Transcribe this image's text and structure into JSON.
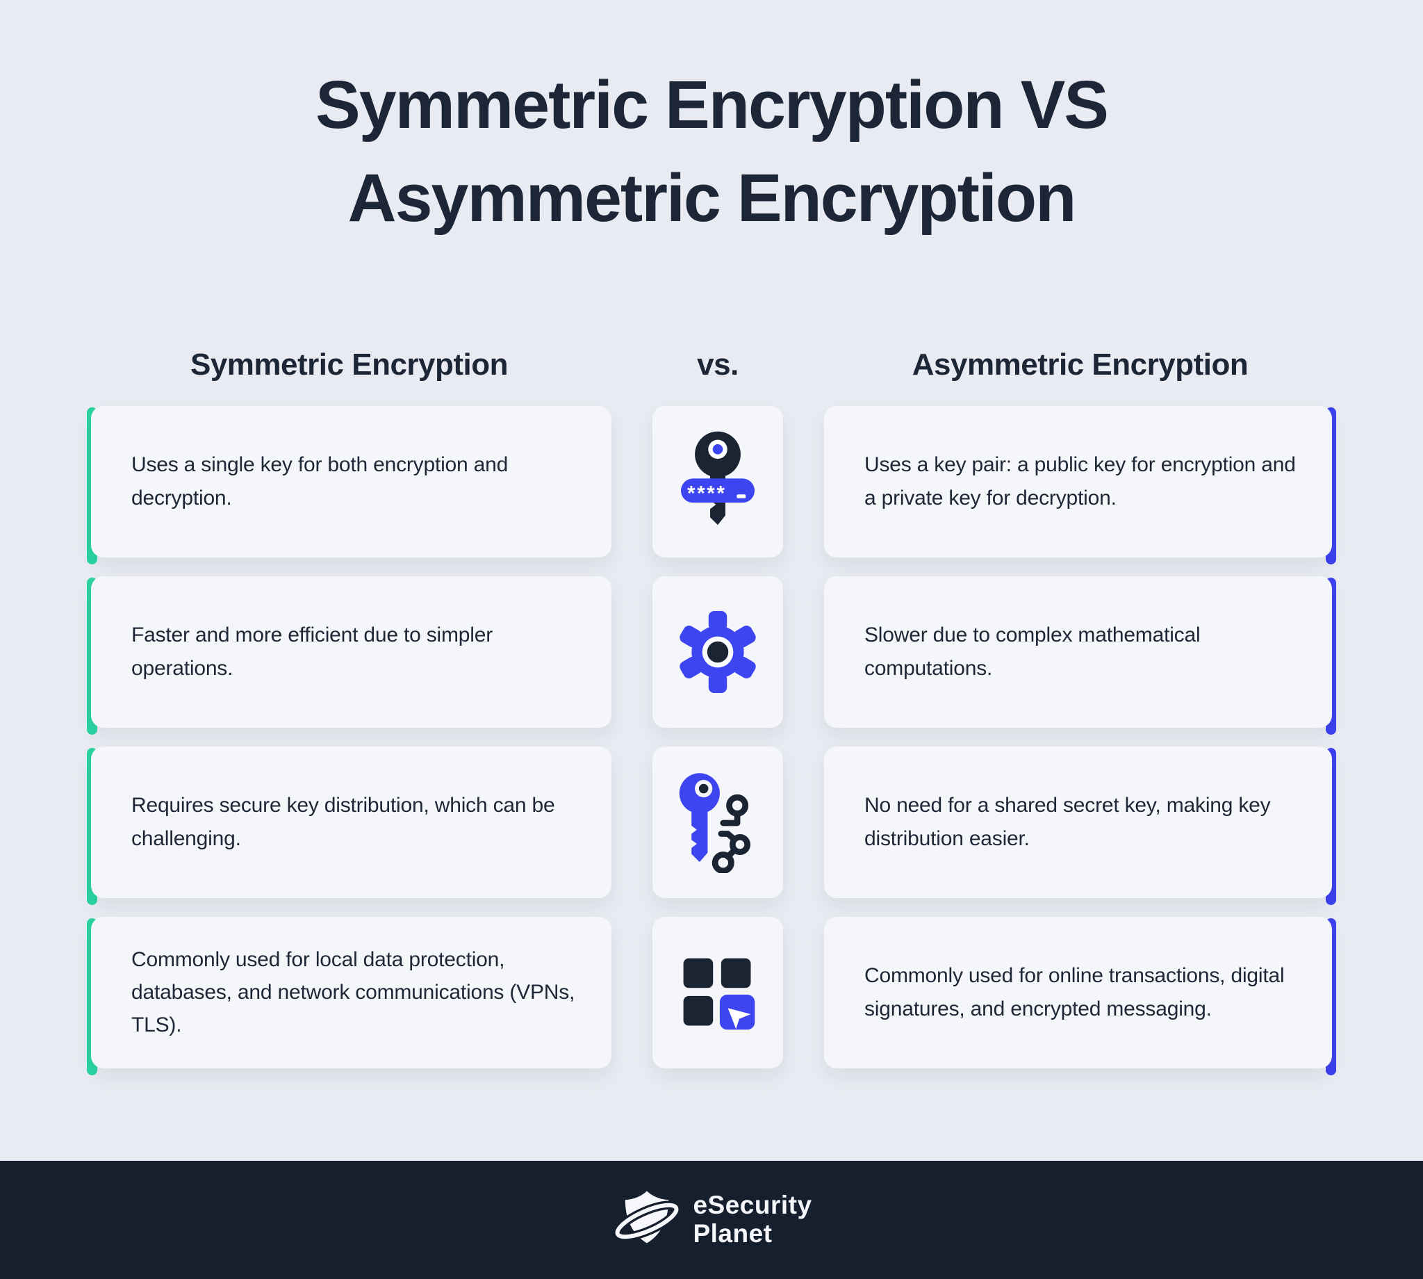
{
  "page": {
    "title_line1": "Symmetric Encryption VS",
    "title_line2": "Asymmetric Encryption"
  },
  "colors": {
    "background": "#e8ebf1",
    "card_background": "#f5f6fa",
    "accent_green": "#2bd4a2",
    "accent_blue": "#3c42ee",
    "icon_blue": "#3c45ef",
    "dark_navy": "#1b2433",
    "footer_background": "#161f2e",
    "title_text": "#1d2637"
  },
  "columns": {
    "left_header": "Symmetric Encryption",
    "middle_header": "vs.",
    "right_header": "Asymmetric Encryption"
  },
  "rows": [
    {
      "symmetric": "Uses a single key for both encryption and decryption.",
      "icon": "password-key-icon",
      "asymmetric": "Uses a key pair: a public key for encryption and a private key for decryption."
    },
    {
      "symmetric": "Faster and more efficient due to simpler operations.",
      "icon": "gear-icon",
      "asymmetric": "Slower due to complex mathematical computations."
    },
    {
      "symmetric": "Requires secure key distribution, which can be challenging.",
      "icon": "circuit-key-icon",
      "asymmetric": "No need for a shared secret key, making key distribution easier."
    },
    {
      "symmetric": "Commonly used for local data protection, databases, and network communications (VPNs, TLS).",
      "icon": "app-grid-cursor-icon",
      "asymmetric": "Commonly used for online transactions, digital signatures, and encrypted messaging."
    }
  ],
  "icons": {
    "password_mask": "****"
  },
  "footer": {
    "brand_line1": "eSecurity",
    "brand_line2": "Planet"
  }
}
